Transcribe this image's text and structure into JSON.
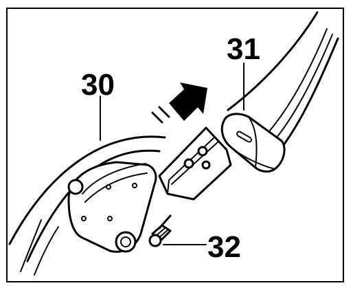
{
  "labels": {
    "part_30": "30",
    "part_31": "31",
    "part_32": "32"
  },
  "colors": {
    "ink": "#000000",
    "paper": "#ffffff"
  },
  "icons": {
    "arrow": "motion-arrow-icon",
    "screw": "screw-icon"
  }
}
